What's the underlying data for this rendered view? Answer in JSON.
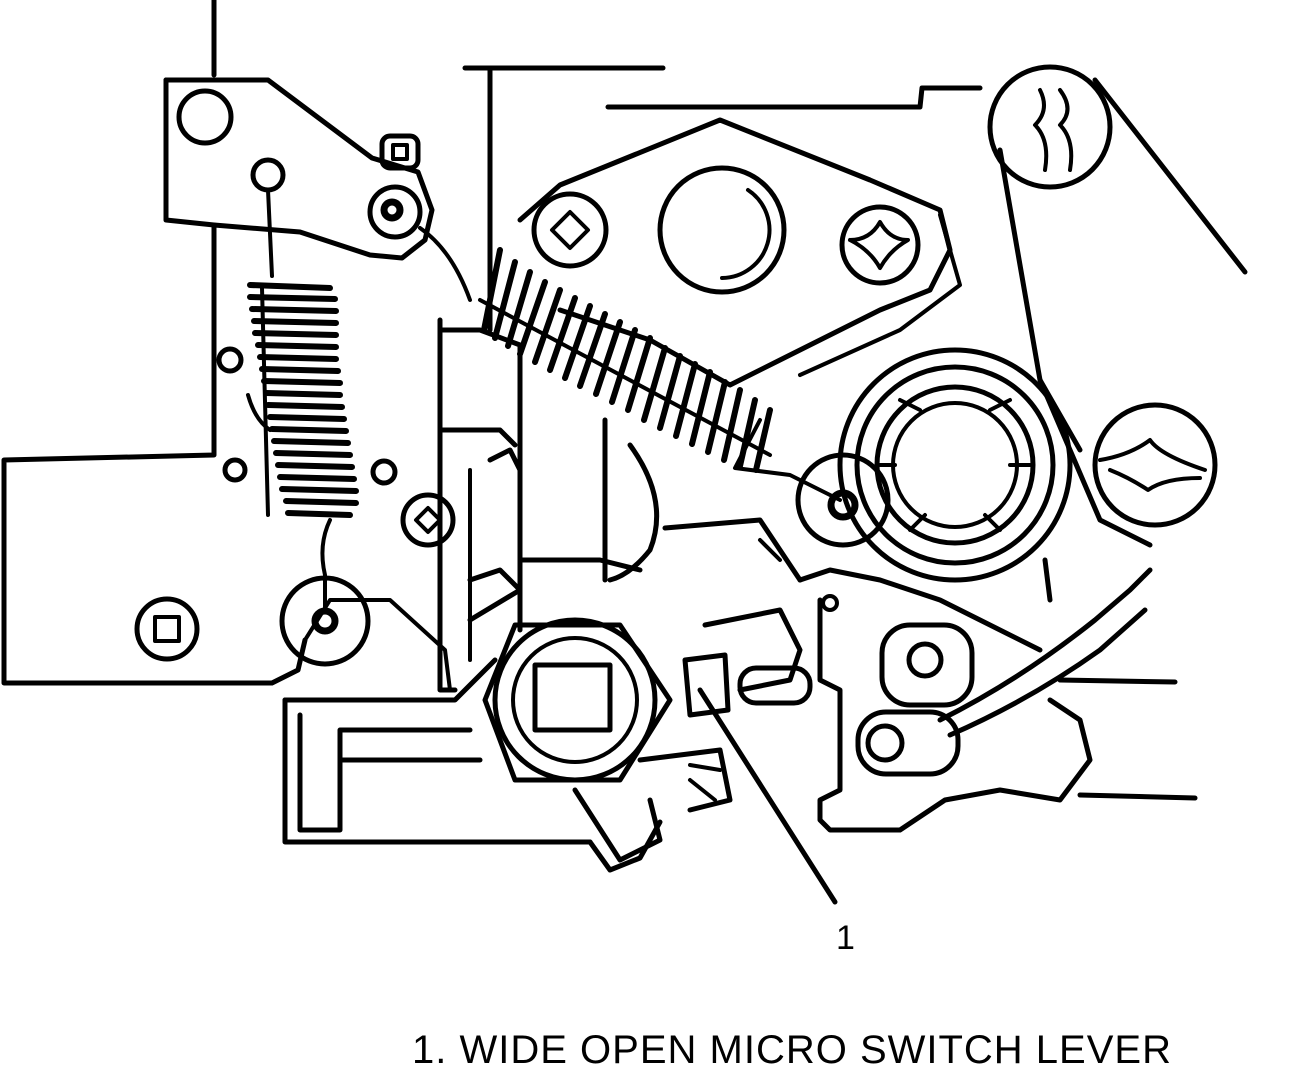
{
  "callout": {
    "number": "1"
  },
  "legend": {
    "items": [
      {
        "number": "1.",
        "label": "WIDE OPEN MICRO SWITCH LEVER"
      }
    ]
  },
  "colors": {
    "line": "#000000",
    "background": "#ffffff"
  }
}
